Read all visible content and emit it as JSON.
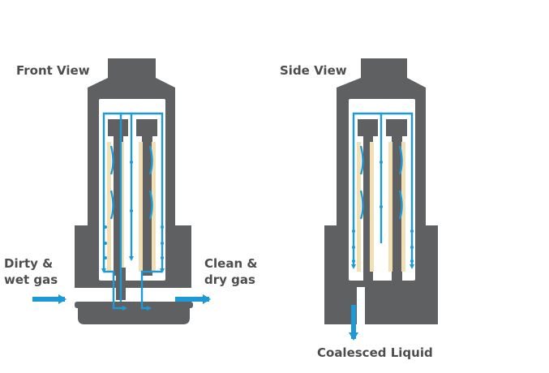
{
  "views": {
    "front_title": "Front View",
    "side_title": "Side View"
  },
  "inlet": {
    "line1": "Dirty &",
    "line2": "wet gas"
  },
  "outlet": {
    "line1": "Clean &",
    "line2": "dry gas"
  },
  "drain": {
    "label": "Coalesced Liquid"
  },
  "colors": {
    "housing": "#5f6062",
    "flow": "#1d9ad6",
    "media": "#f2dfb3",
    "background": "#ffffff",
    "text": "#4d4d4f"
  }
}
